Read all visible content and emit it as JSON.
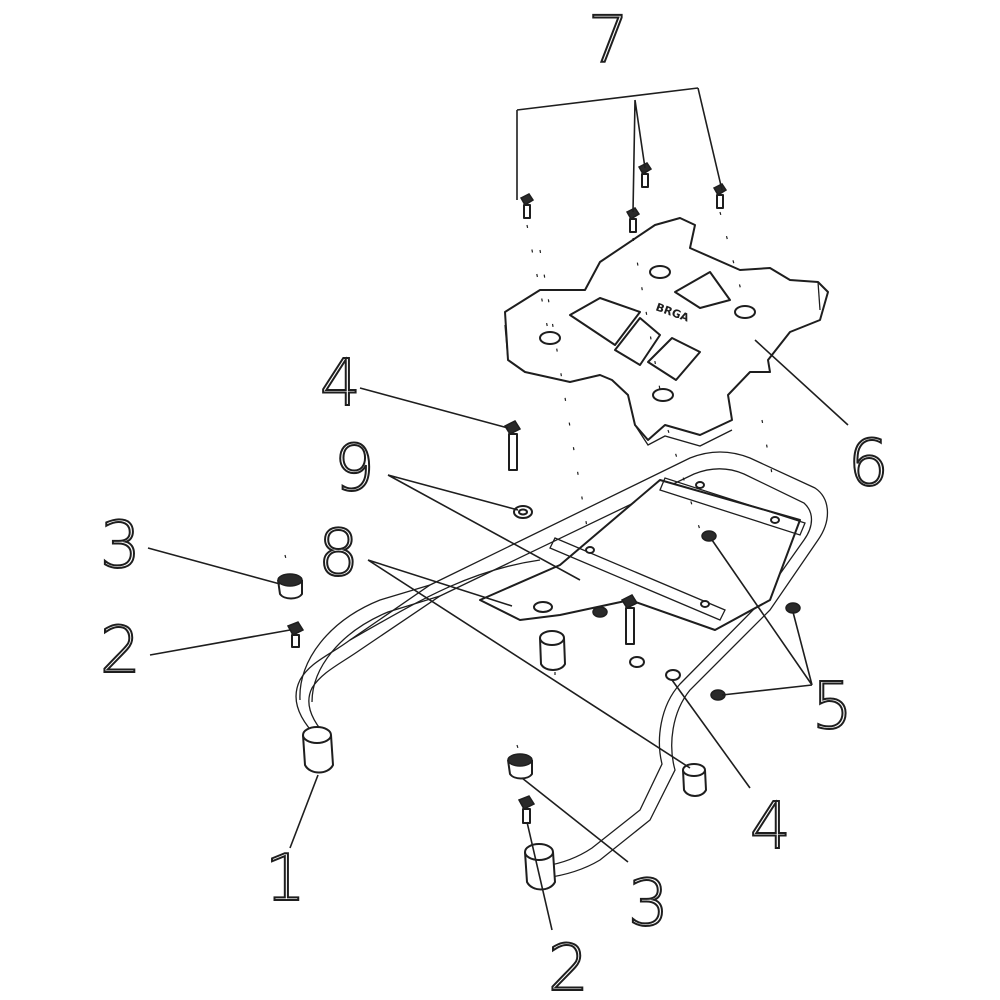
{
  "callouts": {
    "c1": "1",
    "c2a": "2",
    "c2b": "2",
    "c3a": "3",
    "c3b": "3",
    "c4a": "4",
    "c4b": "4",
    "c5": "5",
    "c6": "6",
    "c7": "7",
    "c8": "8",
    "c9": "9"
  },
  "plate_logo": "BRGA"
}
